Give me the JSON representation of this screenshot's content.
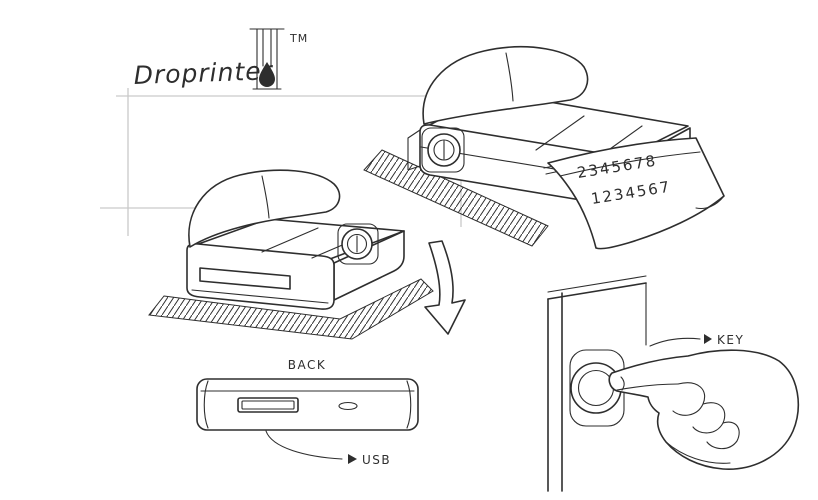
{
  "colors": {
    "ink": "#2e2e2e",
    "paper": "#ffffff",
    "construction": "#c9c9c9"
  },
  "branding": {
    "title": "Droprinter",
    "trademark": "TM"
  },
  "printer_right": {
    "receipt": {
      "line1": "2345678",
      "line2": "1234567"
    }
  },
  "back_view": {
    "label": "BACK",
    "usb_label": "USB"
  },
  "key_detail": {
    "label": "KEY"
  }
}
